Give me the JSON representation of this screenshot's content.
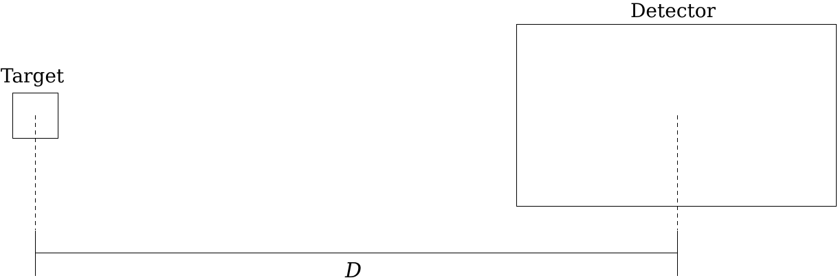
{
  "target": {
    "label": "Target"
  },
  "detector": {
    "label": "Detector"
  },
  "distance": {
    "label": "D"
  }
}
